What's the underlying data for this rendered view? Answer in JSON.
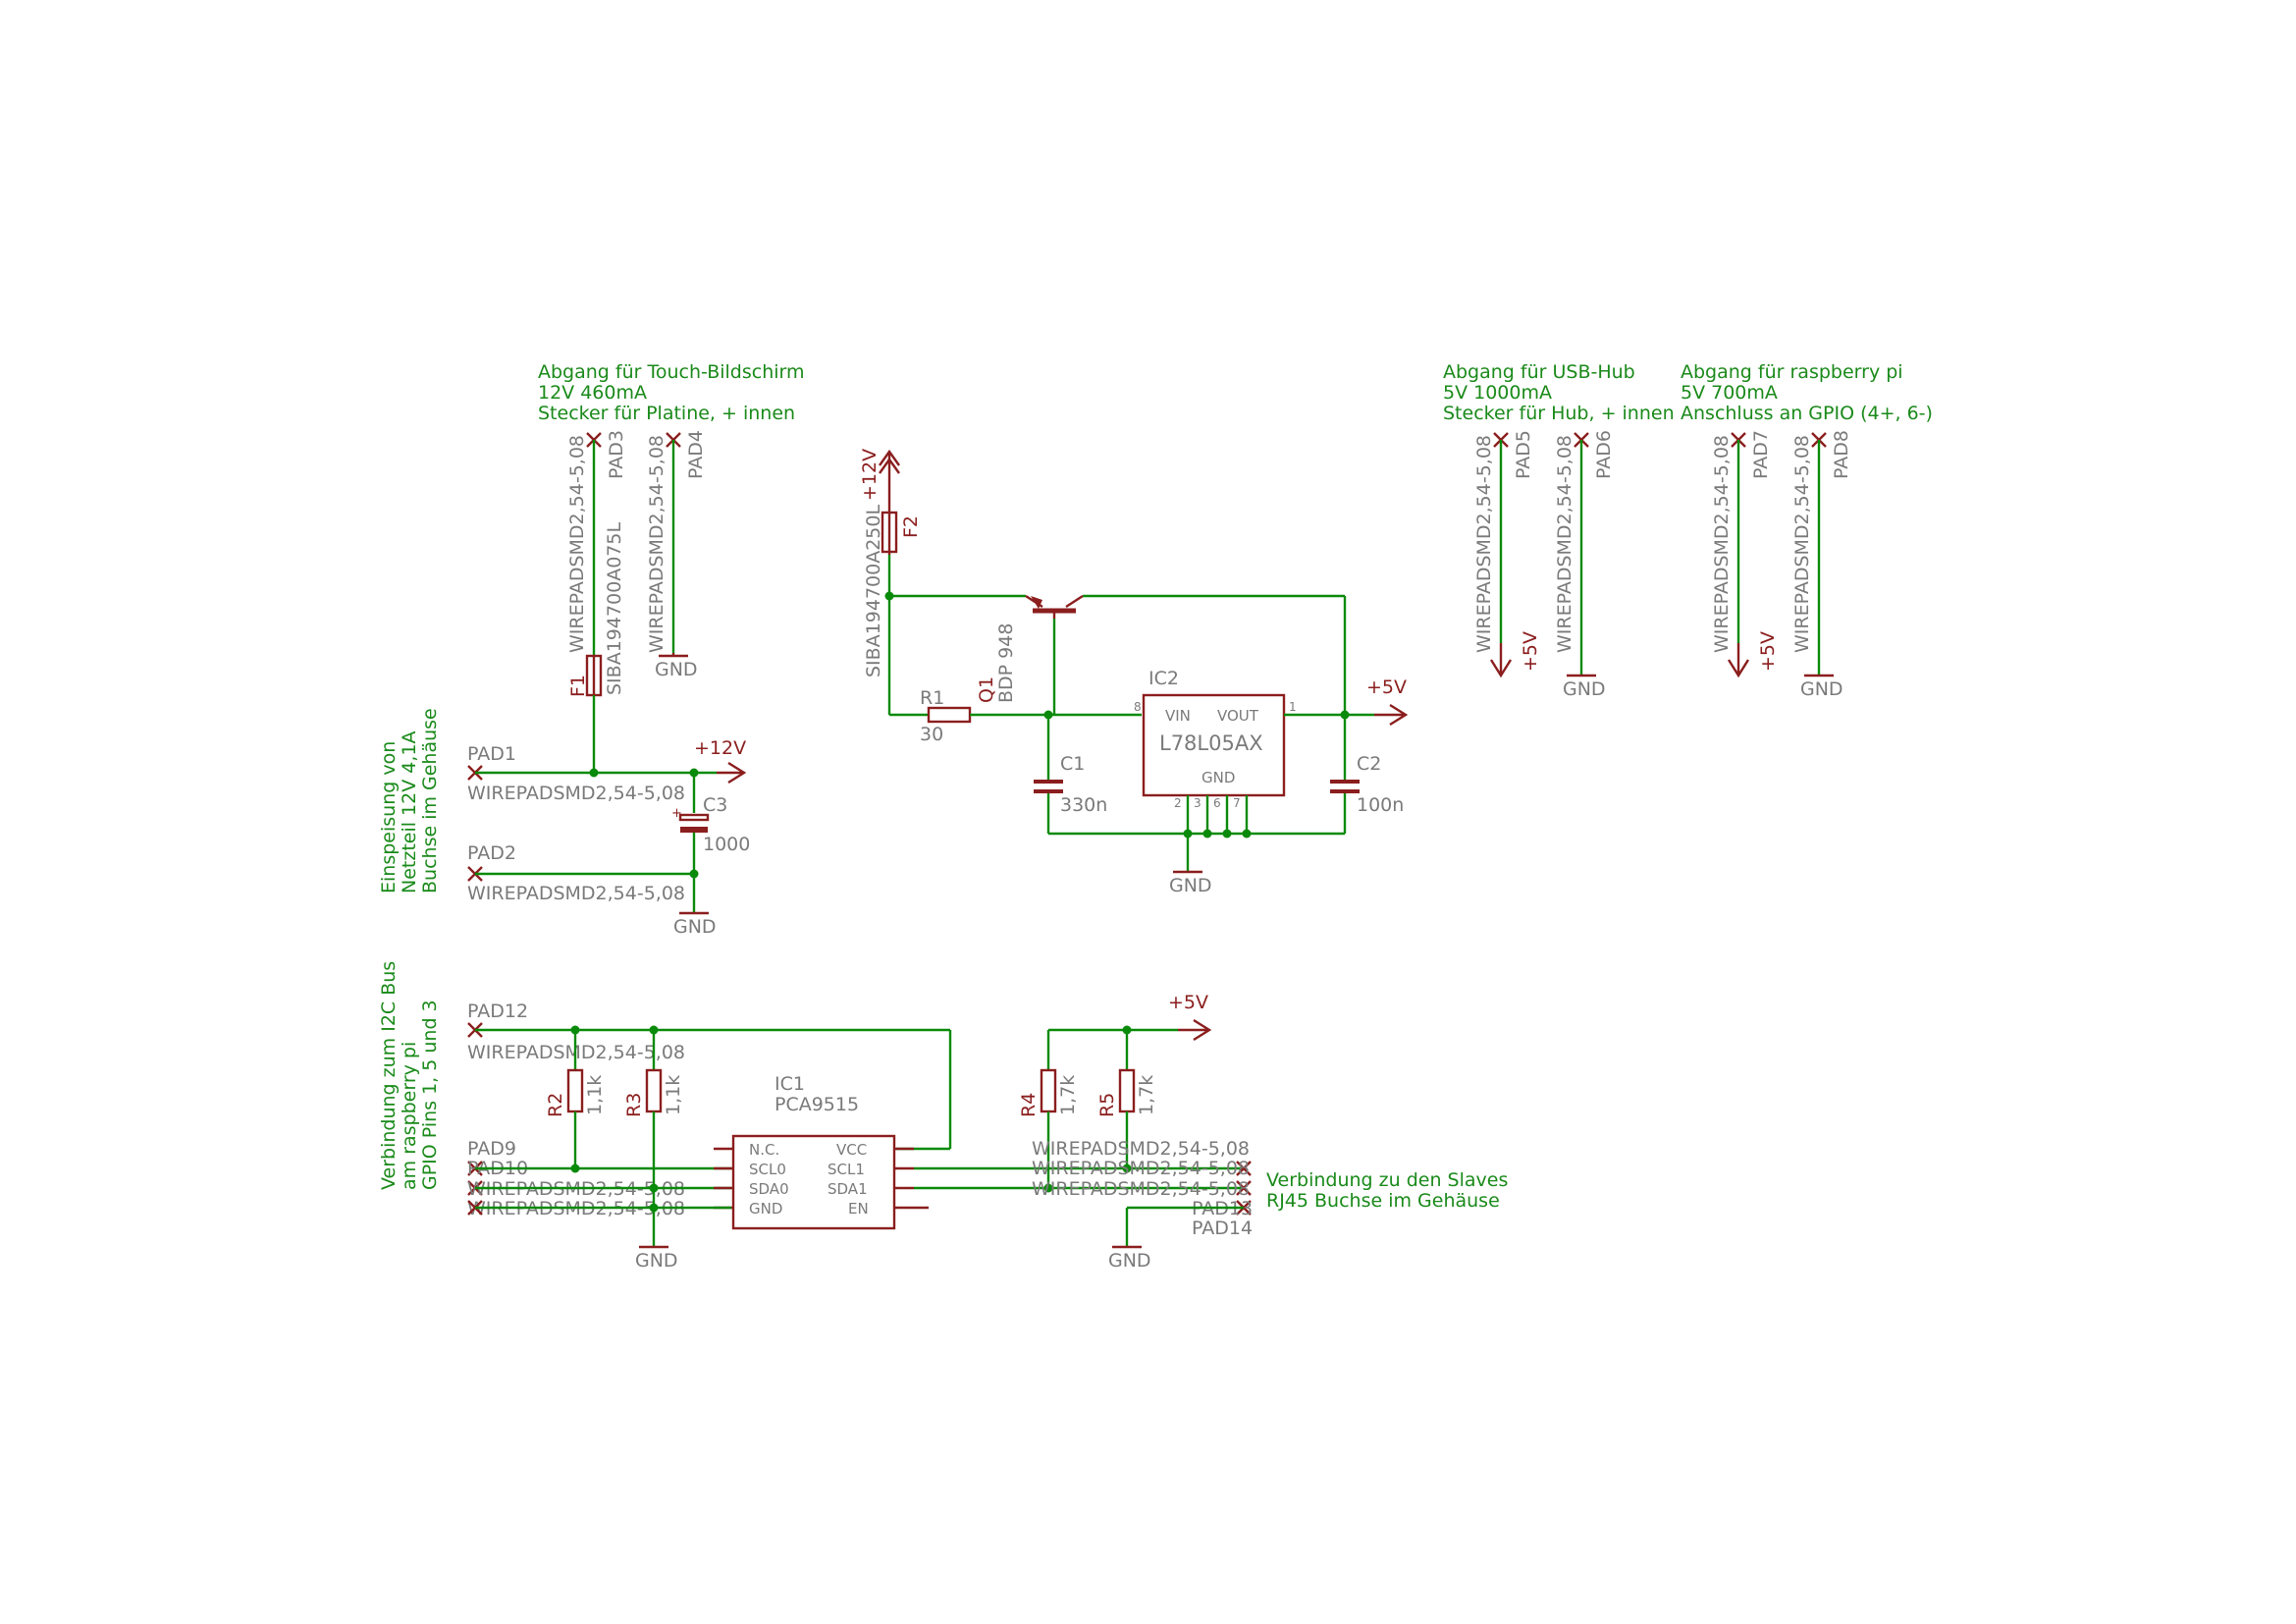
{
  "notes": {
    "touch": [
      "Abgang für Touch-Bildschirm",
      "12V 460mA",
      "Stecker für Platine, + innen"
    ],
    "usb": [
      "Abgang für USB-Hub",
      "5V 1000mA",
      "Stecker für Hub, + innen"
    ],
    "pi": [
      "Abgang für raspberry pi",
      "5V 700mA",
      "Anschluss an GPIO (4+, 6-)"
    ],
    "supply": [
      "Einspeisung von",
      "Netzteil 12V 4,1A",
      "Buchse im Gehäuse"
    ],
    "i2c": [
      "Verbindung zum I2C Bus",
      "am raspberry pi",
      "GPIO Pins 1, 5 und 3"
    ],
    "slaves": [
      "Verbindung zu den Slaves",
      "RJ45 Buchse im Gehäuse"
    ]
  },
  "pads": {
    "value": "WIREPADSMD2,54-5,08",
    "pad1": "PAD1",
    "pad2": "PAD2",
    "pad3": "PAD3",
    "pad4": "PAD4",
    "pad5": "PAD5",
    "pad6": "PAD6",
    "pad7": "PAD7",
    "pad8": "PAD8",
    "pad9": "PAD9",
    "pad10": "PAD10",
    "pad12": "PAD12",
    "pad13": "PAD13",
    "pad14": "PAD14"
  },
  "supplies": {
    "v12": "+12V",
    "v5": "+5V",
    "gnd": "GND"
  },
  "parts": {
    "f1": {
      "name": "F1",
      "value": "SIBA194700A075L"
    },
    "f2": {
      "name": "F2",
      "value": "SIBA194700A250L"
    },
    "q1": {
      "name": "Q1",
      "value": "BDP 948"
    },
    "r1": {
      "name": "R1",
      "value": "30"
    },
    "c1": {
      "name": "C1",
      "value": "330n"
    },
    "c2": {
      "name": "C2",
      "value": "100n"
    },
    "c3": {
      "name": "C3",
      "value": "1000"
    },
    "ic2": {
      "name": "IC2",
      "value": "L78L05AX",
      "pin_vin": "VIN",
      "pin_vout": "VOUT",
      "pin_gnd": "GND",
      "pinnum_vin": "8",
      "pinnum_vout": "1",
      "pinnum_g1": "2",
      "pinnum_g2": "3",
      "pinnum_g3": "6",
      "pinnum_g4": "7"
    },
    "ic1": {
      "name": "IC1",
      "value": "PCA9515",
      "pins": [
        "N.C.",
        "SCL0",
        "SDA0",
        "GND",
        "VCC",
        "SCL1",
        "SDA1",
        "EN"
      ]
    },
    "r2": {
      "name": "R2",
      "value": "1,1k"
    },
    "r3": {
      "name": "R3",
      "value": "1,1k"
    },
    "r4": {
      "name": "R4",
      "value": "1,7k"
    },
    "r5": {
      "name": "R5",
      "value": "1,7k"
    }
  }
}
